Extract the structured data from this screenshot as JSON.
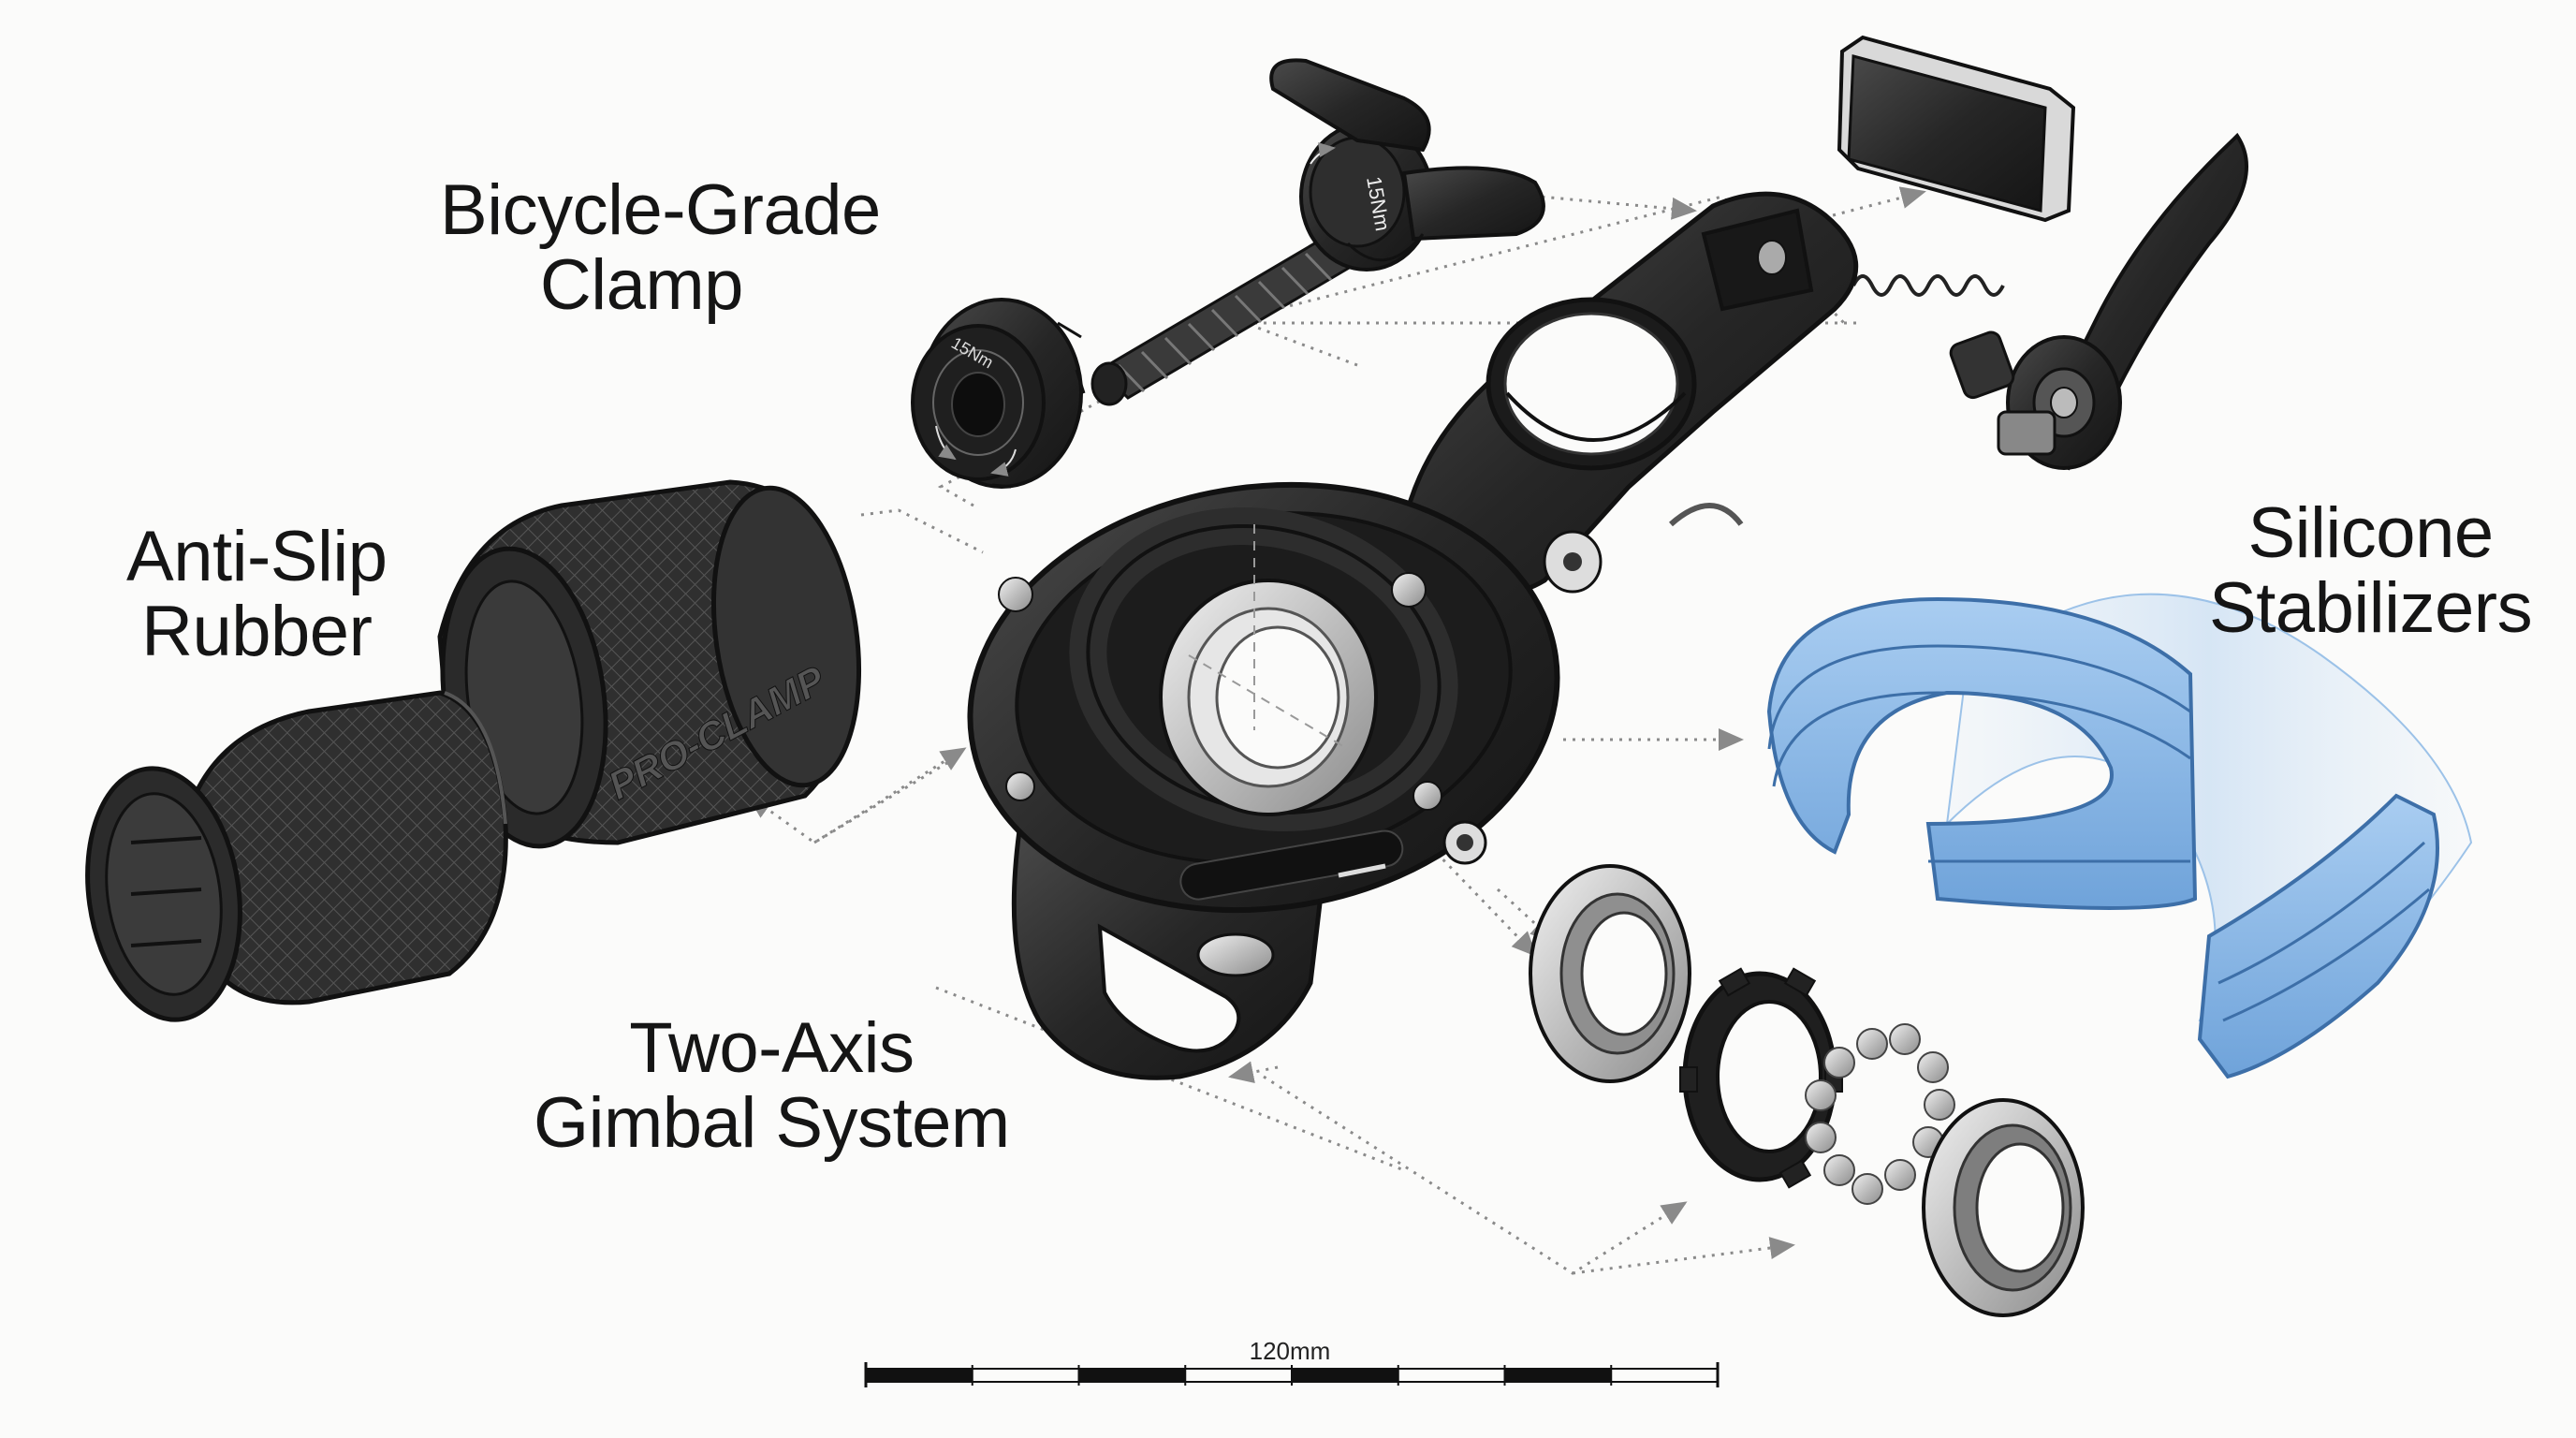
{
  "labels": {
    "clamp": [
      "Bicycle-Grade",
      "Clamp"
    ],
    "rubber": [
      "Anti-Slip",
      "Rubber"
    ],
    "gimbal": [
      "Two-Axis",
      "Gimbal System"
    ],
    "silicone": [
      "Silicone",
      "Stabilizers"
    ]
  },
  "markings": {
    "knob_torque": "15Nm",
    "nut_torque": "15Nm",
    "sleeve_brand": "PRO-CLAMP"
  },
  "scale_bar": {
    "label": "120mm",
    "segments": 8
  },
  "colors": {
    "background": "#fbfbfa",
    "part_black": "#262626",
    "silicone_blue": "#7fb1e3",
    "arrow_gray": "#8a8a8a",
    "steel": "#c9c9c9"
  }
}
